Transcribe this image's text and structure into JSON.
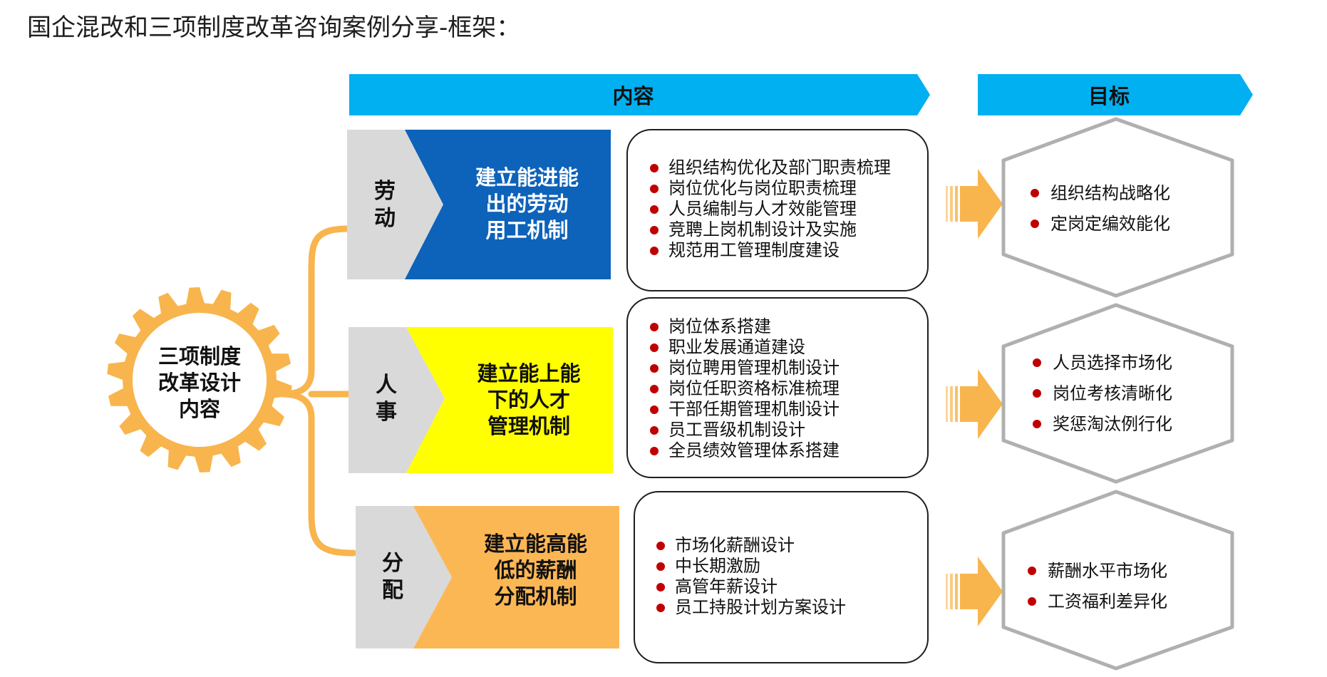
{
  "title": "国企混改和三项制度改革咨询案例分享-框架：",
  "headers": {
    "content": "内容",
    "goal": "目标"
  },
  "center": {
    "label_lines": [
      "三项制度",
      "改革设计",
      "内容"
    ]
  },
  "colors": {
    "header": "#00b0f0",
    "gear": "#f8b54d",
    "bracket": "#f8b54d",
    "arrow": "#f8b54d",
    "chevron": "#d9d9d9",
    "hex_border": "#b0b0b0",
    "bullet": "#c00000",
    "labor": "#0d62b9",
    "personnel": "#ffff00",
    "distribution": "#fcb755"
  },
  "rows": [
    {
      "category_lines": [
        "劳",
        "动"
      ],
      "mechanism_lines": [
        "建立能进能",
        "出的劳动",
        "用工机制"
      ],
      "mechanism_color": "#0d62b9",
      "items": [
        "组织结构优化及部门职责梳理",
        "岗位优化与岗位职责梳理",
        "人员编制与人才效能管理",
        "竞聘上岗机制设计及实施",
        "规范用工管理制度建设"
      ],
      "goals": [
        "组织结构战略化",
        "定岗定编效能化"
      ]
    },
    {
      "category_lines": [
        "人",
        "事"
      ],
      "mechanism_lines": [
        "建立能上能",
        "下的人才",
        "管理机制"
      ],
      "mechanism_color": "#ffff00",
      "items": [
        "岗位体系搭建",
        "职业发展通道建设",
        "岗位聘用管理机制设计",
        "岗位任职资格标准梳理",
        "干部任期管理机制设计",
        "员工晋级机制设计",
        "全员绩效管理体系搭建"
      ],
      "goals": [
        "人员选择市场化",
        "岗位考核清晰化",
        "奖惩淘汰例行化"
      ]
    },
    {
      "category_lines": [
        "分",
        "配"
      ],
      "mechanism_lines": [
        "建立能高能",
        "低的薪酬",
        "分配机制"
      ],
      "mechanism_color": "#fcb755",
      "items": [
        "市场化薪酬设计",
        "中长期激励",
        "高管年薪设计",
        "员工持股计划方案设计"
      ],
      "goals": [
        "薪酬水平市场化",
        "工资福利差异化"
      ]
    }
  ]
}
